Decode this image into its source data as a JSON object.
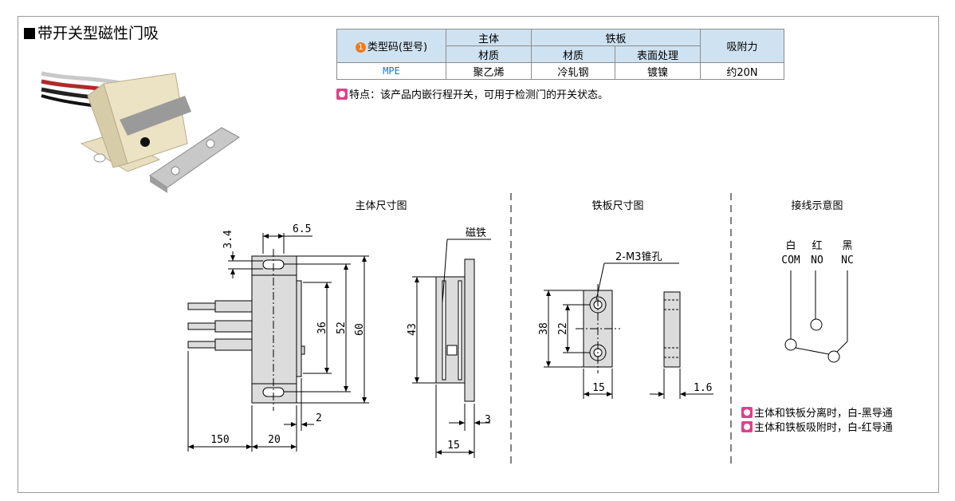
{
  "title": "带开关型磁性门吸",
  "table": {
    "h_type": "类型码(型号)",
    "h_body": "主体",
    "h_plate": "铁板",
    "h_force": "吸附力",
    "h_body_material": "材质",
    "h_plate_material": "材质",
    "h_plate_surface": "表面处理",
    "badge": "1",
    "row": {
      "type": "MPE",
      "body_material": "聚乙烯",
      "plate_material": "冷轧钢",
      "surface": "镀镍",
      "force": "约20N"
    }
  },
  "feature_note": "特点：该产品内嵌行程开关，可用于检测门的开关状态。",
  "views": {
    "body": "主体尺寸图",
    "plate": "铁板尺寸图",
    "wiring": "接线示意图"
  },
  "dims": {
    "d34": "3.4",
    "d65": "6.5",
    "d36": "36",
    "d52": "52",
    "d60": "60",
    "d2": "2",
    "d150": "150",
    "d20": "20",
    "d43": "43",
    "d3": "3",
    "d15a": "15",
    "magnet": "磁铁",
    "holes": "2-M3锥孔",
    "d38": "38",
    "d22": "22",
    "d15b": "15",
    "d16": "1.6"
  },
  "wiring": {
    "w1": "白",
    "w1b": "COM",
    "w2": "红",
    "w2b": "NO",
    "w3": "黑",
    "w3b": "NC",
    "note1": "主体和铁板分离时，白-黑导通",
    "note2": "主体和铁板吸附时，白-红导通"
  },
  "colors": {
    "table_header": "#cfe2f1",
    "badge": "#f07b1a",
    "note_icon": "#e0408a",
    "link": "#1a73c8"
  }
}
